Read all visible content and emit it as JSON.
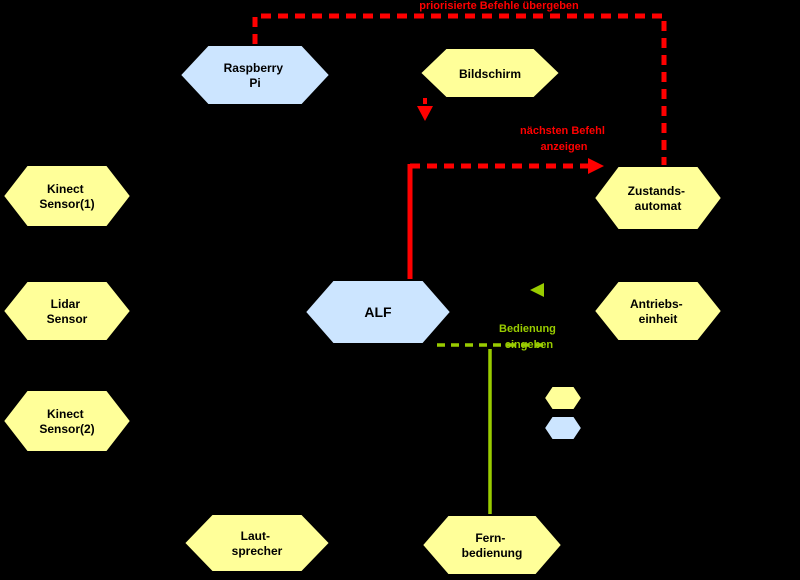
{
  "colors": {
    "background": "#000000",
    "node_yellow": "#FFFF99",
    "node_blue": "#CCE5FF",
    "node_stroke": "#000000",
    "edge_red": "#FF0000",
    "edge_green": "#99CC00",
    "node_text": "#000000"
  },
  "nodes": {
    "raspberry_pi": {
      "line1": "Raspberry",
      "line2": "Pi"
    },
    "bildschirm": {
      "line1": "Bildschirm"
    },
    "kinect_sensor_1": {
      "line1": "Kinect",
      "line2": "Sensor(1)"
    },
    "zustandsautomat": {
      "line1": "Zustands-",
      "line2": "automat"
    },
    "lidar_sensor": {
      "line1": "Lidar",
      "line2": "Sensor"
    },
    "alf": {
      "line1": "ALF"
    },
    "antriebseinheit": {
      "line1": "Antriebs-",
      "line2": "einheit"
    },
    "kinect_sensor_2": {
      "line1": "Kinect",
      "line2": "Sensor(2)"
    },
    "lautsprecher": {
      "line1": "Laut-",
      "line2": "sprecher"
    },
    "fernbedienung": {
      "line1": "Fern-",
      "line2": "bedienung"
    }
  },
  "edge_labels": {
    "top_red": "priorisierte Befehle übergeben",
    "mid_red_line1": "nächsten Befehl",
    "mid_red_line2": "anzeigen",
    "green_line1": "Bedienung",
    "green_line2": "eingeben"
  }
}
